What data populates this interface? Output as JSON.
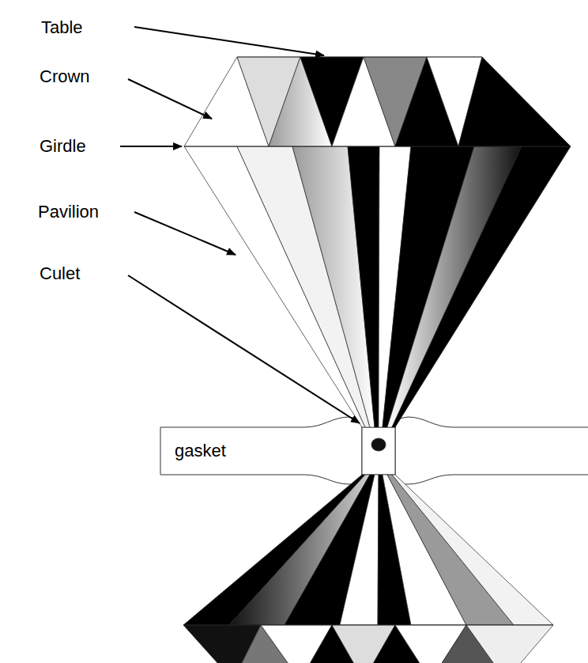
{
  "diagram": {
    "nodes": [
      {
        "text": [
          "gasket"
        ]
      }
    ],
    "labels": [
      "Table",
      "Crown",
      "Girdle",
      "Pavilion",
      "Culet"
    ]
  }
}
